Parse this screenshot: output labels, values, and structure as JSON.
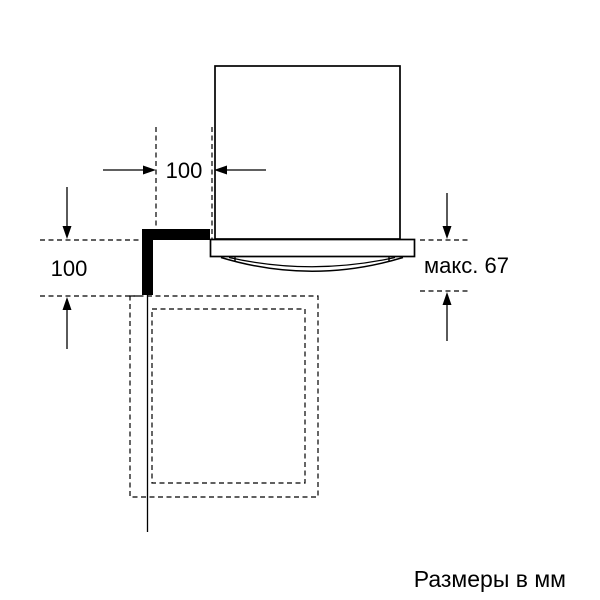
{
  "diagram": {
    "caption": "Размеры в мм",
    "dimensions": {
      "top": {
        "label": "100"
      },
      "left": {
        "label": "100"
      },
      "right": {
        "label": "макс. 67"
      }
    },
    "colors": {
      "line": "#000000",
      "background": "#ffffff"
    }
  }
}
